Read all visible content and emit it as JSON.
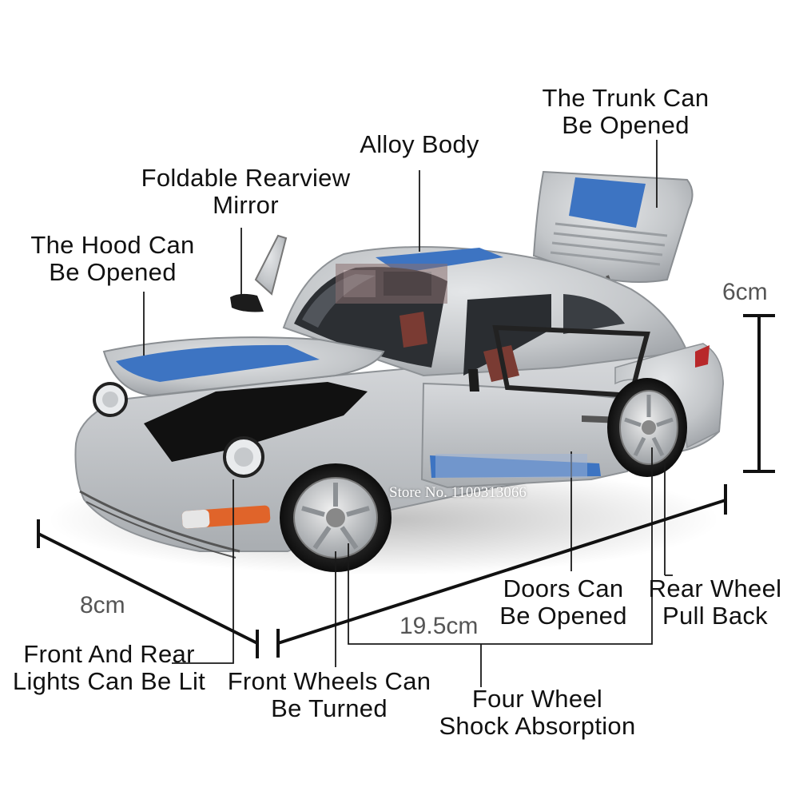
{
  "labels": {
    "trunk": [
      "The Trunk Can",
      "Be Opened"
    ],
    "alloy": "Alloy Body",
    "mirror": [
      "Foldable Rearview",
      "Mirror"
    ],
    "hood": [
      "The Hood Can",
      "Be Opened"
    ],
    "doors": [
      "Doors Can",
      "Be Opened"
    ],
    "rear_wheel": [
      "Rear Wheel",
      "Pull Back"
    ],
    "lights": [
      "Front And Rear",
      "Lights Can Be Lit"
    ],
    "front_wheels": [
      "Front Wheels Can",
      "Be Turned"
    ],
    "shock": [
      "Four Wheel",
      "Shock Absorption"
    ]
  },
  "dimensions": {
    "height": "6cm",
    "width": "8cm",
    "length": "19.5cm"
  },
  "watermark": "Store No. 1100313066",
  "colors": {
    "body_silver": "#c9cbce",
    "stripe_blue": "#3d74c2",
    "line_dark": "#1a1a1a",
    "tail_red": "#b8282a",
    "indicator_orange": "#e0642a"
  }
}
